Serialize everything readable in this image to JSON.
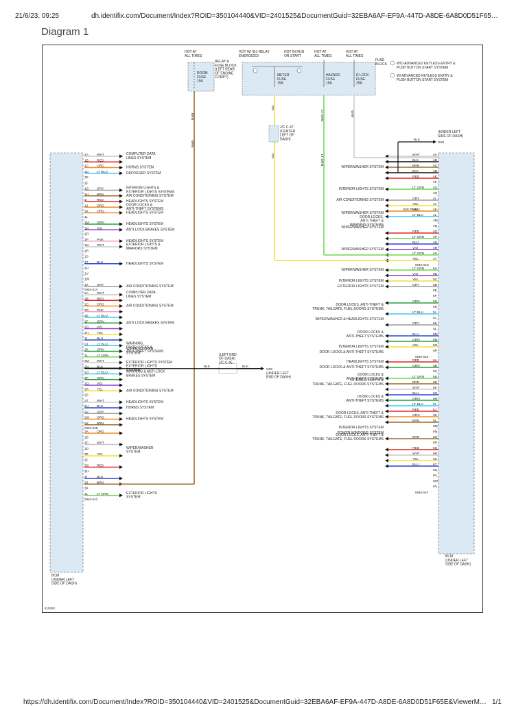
{
  "browser": {
    "timestamp": "21/6/23, 09:25",
    "url_header": "dh.identifix.com/Document/Index?ROID=350104440&VID=2401525&DocumentGuid=32EBA6AF-EF9A-447D-A8DE-6A8D0D51F65…",
    "url_footer": "https://dh.identifix.com/Document/Index?ROID=350104440&VID=2401525&DocumentGuid=32EBA6AF-EF9A-447D-A8DE-6A8D0D51F65E&ViewerM…",
    "page_count": "1/1"
  },
  "page_title": "Diagram 1",
  "diagram": {
    "figure_id": "415252",
    "fuse_block": {
      "label": [
        "FUSE",
        "BLOCK"
      ],
      "note_1": [
        "W/O ADVANCED KEYLESS ENTRY &",
        "PUSH BUTTON START SYSTEM"
      ],
      "note_2": [
        "W/ ADVANCED KEYLESS ENTRY &",
        "PUSH BUTTON START SYSTEM"
      ],
      "relay_block": [
        "RELAY &",
        "FUSE BLOCK",
        "(LEFT REAR",
        "OF ENGINE",
        "COMPT)"
      ],
      "room_fuse": {
        "header": [
          "HOT AT",
          "ALL TIMES"
        ],
        "label": [
          "ROOM",
          "FUSE",
          "15A"
        ]
      },
      "meter_fuse": {
        "header": [
          "HOT W/ IG1 RELAY",
          "ENERGIZED"
        ],
        "label": [
          "METER",
          "FUSE",
          "15A"
        ]
      },
      "run_header": [
        "HOT IN RUN",
        "OR START"
      ],
      "hazard_fuse": {
        "header": [
          "HOT AT",
          "ALL TIMES"
        ],
        "label": [
          "HAZARD",
          "FUSE",
          "15A"
        ]
      },
      "dlock_fuse": {
        "header": [
          "HOT AT",
          "ALL TIMES"
        ],
        "label": [
          "D LOCK",
          "FUSE",
          "25A"
        ]
      }
    },
    "wire_labels": {
      "brn": "BRN",
      "yel": "YEL",
      "ltgrn": "LT GRN",
      "wht": "WHT",
      "blk": "BLK"
    },
    "jc_c47": [
      "J/C C-47",
      "(CENTER",
      "LEFT OF",
      "DASH)"
    ],
    "jc_c45": [
      "(LEFT END",
      "OF DASH)",
      "J/C C-45"
    ],
    "g08_top": {
      "id": "G08",
      "note": [
        "(UNDER LEFT",
        "SIDE OF DASH)"
      ]
    },
    "g08_mid": {
      "id": "G08",
      "note": [
        "(UNDER LEFT",
        "END OF DASH)"
      ]
    },
    "bcm_left": [
      "BCM",
      "(UNDER LEFT",
      "SIDE OF DASH)"
    ],
    "bcm_right": [
      "BCM",
      "(UNDER LEFT",
      "SIDE OF DASH)"
    ],
    "left_pins": [
      [
        "1A",
        "WHT"
      ],
      [
        "1B",
        "RED"
      ],
      [
        "1C",
        "ORG"
      ],
      [
        "1D",
        "LT BLU"
      ],
      [
        "1E",
        ""
      ],
      [
        "1F",
        ""
      ],
      [
        "1G",
        "GRY"
      ],
      [
        "1H",
        "BRN"
      ],
      [
        "1I",
        "RED"
      ],
      [
        "1J",
        "ORG"
      ],
      [
        "1K",
        "ORG"
      ],
      [
        "1L",
        ""
      ],
      [
        "1M",
        "GRN"
      ],
      [
        "1N",
        "VIO"
      ],
      [
        "1O",
        ""
      ],
      [
        "1P",
        "PNK"
      ],
      [
        "1Q",
        "WHT"
      ],
      [
        "1R",
        ""
      ],
      [
        "1S",
        ""
      ],
      [
        "1T",
        "BLU"
      ],
      [
        "1U",
        ""
      ],
      [
        "1V",
        ""
      ],
      [
        "1W",
        ""
      ],
      [
        "1X",
        "GRY"
      ],
      [
        "2A",
        "WHT"
      ],
      [
        "2B",
        "RED"
      ],
      [
        "2C",
        "ORG"
      ],
      [
        "2D",
        "PNK"
      ],
      [
        "2E",
        "LT BLU"
      ],
      [
        "2F",
        "GRN"
      ],
      [
        "2G",
        "VIO"
      ],
      [
        "2H",
        "YEL"
      ],
      [
        "2I",
        "BLU"
      ],
      [
        "2J",
        "LT BLU"
      ],
      [
        "2K",
        "GRN"
      ],
      [
        "2L",
        "LT GRN"
      ],
      [
        "2M",
        "WHT"
      ],
      [
        "2N",
        "BLK"
      ],
      [
        "2O",
        "LT BLU"
      ],
      [
        "2P",
        "GRN"
      ],
      [
        "2Q",
        "VIO"
      ],
      [
        "2R",
        "YEL"
      ],
      [
        "2S",
        ""
      ],
      [
        "2T",
        "WHT"
      ],
      [
        "2U",
        "BLU"
      ],
      [
        "2V",
        "GRY"
      ],
      [
        "2W",
        "ORG"
      ],
      [
        "2X",
        "BRN"
      ],
      [
        "3A",
        "ORG"
      ],
      [
        "3B",
        ""
      ],
      [
        "3C",
        "WHT"
      ],
      [
        "3D",
        ""
      ],
      [
        "3E",
        "YEL"
      ],
      [
        "3F",
        ""
      ],
      [
        "3G",
        "RED"
      ],
      [
        "3H",
        ""
      ],
      [
        "3I",
        "BLU"
      ],
      [
        "3J",
        "BRN"
      ],
      [
        "3K",
        ""
      ],
      [
        "3L",
        "LT GRN"
      ]
    ],
    "left_connectors": [
      "0940-01A",
      "0940-01B",
      "0940-01C"
    ],
    "left_labels": [
      [
        "COMPUTER DATA",
        "LINES SYSTEM"
      ],
      [
        "HORNS SYSTEM"
      ],
      [
        "DEFOGGER SYSTEM"
      ],
      [
        "INTERIOR LIGHTS &",
        "EXTERIOR LIGHTS SYSTEMS"
      ],
      [
        "AIR CONDITIONING SYSTEM"
      ],
      [
        "HEADLIGHTS SYSTEM"
      ],
      [
        "DOOR LOCKS &",
        "ANTI-THEFT SYSTEMS"
      ],
      [
        "HEADLIGHTS SYSTEM"
      ],
      [
        "HEADLIGHTS SYSTEM"
      ],
      [
        "ANTI-LOCK BRAKES SYSTEM"
      ],
      [
        "HEADLIGHTS SYSTEM"
      ],
      [
        "EXTERIOR LIGHTS &",
        "MIRRORS SYSTEM"
      ],
      [
        "HEADLIGHTS SYSTEM"
      ],
      [
        "AIR CONDITIONING SYSTEM"
      ],
      [
        "COMPUTER DATA",
        "LINES SYSTEM"
      ],
      [
        "AIR CONDITIONING SYSTEM"
      ],
      [
        "ANTI-LOCK BRAKES SYSTEM"
      ],
      [
        "WARNING,",
        "DOOR LOCKS &",
        "ANTI-THEFT SYSTEMS"
      ],
      [
        "WIPER/WASHER",
        "SYSTEM"
      ],
      [
        "EXTERIOR LIGHTS SYSTEM"
      ],
      [
        "EXTERIOR LIGHTS",
        "SYSTEM"
      ],
      [
        "WARNING & ANTI-LOCK",
        "BRAKES SYSTEM"
      ],
      [
        "AIR CONDITIONING SYSTEM"
      ],
      [
        "HEADLIGHTS SYSTEM"
      ],
      [
        "HORNS SYSTEM"
      ],
      [
        "HEADLIGHTS SYSTEM"
      ],
      [
        "WIPER/WASHER",
        "SYSTEM"
      ],
      [
        "EXTERIOR LIGHTS",
        "SYSTEM"
      ]
    ],
    "right_pins": [
      [
        "4A",
        "WHT"
      ],
      [
        "4B",
        "BLK"
      ],
      [
        "4C",
        "BRN"
      ],
      [
        "4D",
        "BLK"
      ],
      [
        "4E",
        "RED"
      ],
      [
        "4F",
        ""
      ],
      [
        "4G",
        "LT GRN"
      ],
      [
        "4H",
        ""
      ],
      [
        "4I",
        "GRY"
      ],
      [
        "4J",
        "YEL"
      ],
      [
        "4K",
        "ORG"
      ],
      [
        "4L",
        "LT BLU"
      ],
      [
        "4M",
        ""
      ],
      [
        "4N",
        ""
      ],
      [
        "4O",
        "RED"
      ],
      [
        "4P",
        "LT GRN"
      ],
      [
        "4Q",
        "BLU"
      ],
      [
        "4R",
        "VIO"
      ],
      [
        "4S",
        "LT GRN"
      ],
      [
        "4T",
        "YEL"
      ],
      [
        "5A",
        "LT GRN"
      ],
      [
        "5B",
        "VIO"
      ],
      [
        "5C",
        "YEL"
      ],
      [
        "5D",
        "GRY"
      ],
      [
        "5E",
        ""
      ],
      [
        "5F",
        ""
      ],
      [
        "5G",
        "GRN"
      ],
      [
        "5H",
        ""
      ],
      [
        "5I",
        "LT BLU"
      ],
      [
        "5J",
        ""
      ],
      [
        "5K",
        "GRY"
      ],
      [
        "5L",
        ""
      ],
      [
        "5M",
        "BLU"
      ],
      [
        "5N",
        "GRN"
      ],
      [
        "5O",
        "YEL"
      ],
      [
        "5P",
        ""
      ],
      [
        "6A",
        "RED"
      ],
      [
        "6B",
        "GRN"
      ],
      [
        "6C",
        ""
      ],
      [
        "6D",
        "LT GRN"
      ],
      [
        "6E",
        "BRN"
      ],
      [
        "6F",
        "WHT"
      ],
      [
        "6G",
        "BLU"
      ],
      [
        "6H",
        "GRN"
      ],
      [
        "6I",
        "LT BLU"
      ],
      [
        "6J",
        "RED"
      ],
      [
        "6K",
        "ORG"
      ],
      [
        "6L",
        "BRN"
      ],
      [
        "6M",
        ""
      ],
      [
        "6N",
        ""
      ],
      [
        "6O",
        "BRN"
      ],
      [
        "6P",
        ""
      ],
      [
        "6Q",
        "RED"
      ],
      [
        "6R",
        "WHT"
      ],
      [
        "6S",
        "YEL"
      ],
      [
        "6T",
        "BLU"
      ],
      [
        "6U",
        ""
      ],
      [
        "6V",
        ""
      ],
      [
        "6W",
        ""
      ],
      [
        "6X",
        ""
      ]
    ],
    "right_connectors": [
      "0940-01D",
      "0940-01E",
      "0940-01F"
    ],
    "orpnk": "(OR PNK)",
    "right_labels": [
      [
        "WIPER/WASHER SYSTEM"
      ],
      [
        "INTERIOR LIGHTS SYSTEM"
      ],
      [
        "AIR CONDITIONING SYSTEM"
      ],
      [
        "WIPER/WASHER SYSTEM",
        "DOOR LOCKS,",
        "ANTI-THEFT &",
        "WARNING SYSTEMS"
      ],
      [
        "WIPER/WASHER SYSTEM"
      ],
      [
        "WIPER/WASHER SYSTEM"
      ],
      [
        "WIPER/WASHER SYSTEM"
      ],
      [
        "INTERIOR LIGHTS SYSTEM"
      ],
      [
        "EXTERIOR LIGHTS SYSTEM"
      ],
      [
        "DOOR LOCKS, ANTI-THEFT &",
        "TRUNK, TAILGATE, FUEL DOORS SYSTEMS"
      ],
      [
        "WIPER/WASHER & HEADLIGHTS SYSTEM"
      ],
      [
        "DOOR LOCKS &",
        "ANTI-THEFT SYSTEMS"
      ],
      [
        "INTERIOR LIGHTS SYSTEM"
      ],
      [
        "DOOR LOCKS & ANTI-THEFT SYSTEMS"
      ],
      [
        "HEADLIGHTS SYSTEM"
      ],
      [
        "DOOR LOCKS & ANTI-THEFT SYSTEMS"
      ],
      [
        "DOOR LOCKS &",
        "ANTI-THEFT SYSTEMS"
      ],
      [
        "INTERIOR LIGHTS &",
        "TRUNK, TAILGATE, FUEL DOORS SYSTEMS"
      ],
      [
        "DOOR LOCKS &",
        "ANTI-THEFT SYSTEMS"
      ],
      [
        "DOOR LOCKS, ANTI-THEFT &",
        "TRUNK, TAILGATE, FUEL DOORS SYSTEMS"
      ],
      [
        "INTERIOR LIGHTS SYSTEM"
      ],
      [
        "POWER WINDOWS SYSTEM"
      ],
      [
        "DOOR LOCKS, ANTI-THEFT &",
        "TRUNK, TAILGATE, FUEL DOORS SYSTEMS"
      ]
    ],
    "colors": {
      "WHT": "#c8c8c8",
      "RED": "#e52222",
      "ORG": "#f08a1c",
      "LT BLU": "#3cc8f0",
      "GRY": "#9a9a9a",
      "BRN": "#9a6a2a",
      "GRN": "#21a336",
      "VIO": "#8a3ccf",
      "PNK": "#f0a0c8",
      "BLU": "#2844d8",
      "YEL": "#f0e030",
      "LT GRN": "#6cd84c",
      "BLK": "#111111"
    }
  }
}
